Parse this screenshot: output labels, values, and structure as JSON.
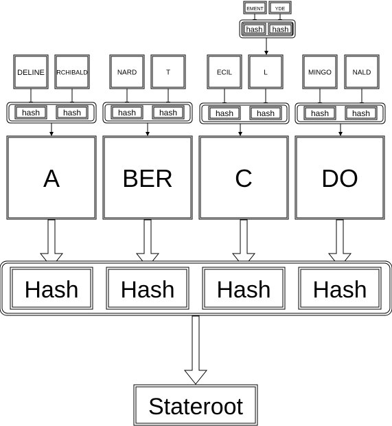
{
  "top_leaves": [
    "EMENT",
    "YDE"
  ],
  "top_hash_labels": [
    "hash",
    "hash"
  ],
  "leaf_groups": [
    {
      "leaves": [
        "DELINE",
        "RCHIBALD"
      ],
      "hash_labels": [
        "hash",
        "hash"
      ],
      "branch_label": "A"
    },
    {
      "leaves": [
        "NARD",
        "T"
      ],
      "hash_labels": [
        "hash",
        "hash"
      ],
      "branch_label": "BER"
    },
    {
      "leaves": [
        "ECIL",
        "L"
      ],
      "hash_labels": [
        "hash",
        "hash"
      ],
      "branch_label": "C"
    },
    {
      "leaves": [
        "MINGO",
        "NALD"
      ],
      "hash_labels": [
        "hash",
        "hash"
      ],
      "branch_label": "DO"
    }
  ],
  "root_hash_labels": [
    "Hash",
    "Hash",
    "Hash",
    "Hash"
  ],
  "stateroot_label": "Stateroot"
}
